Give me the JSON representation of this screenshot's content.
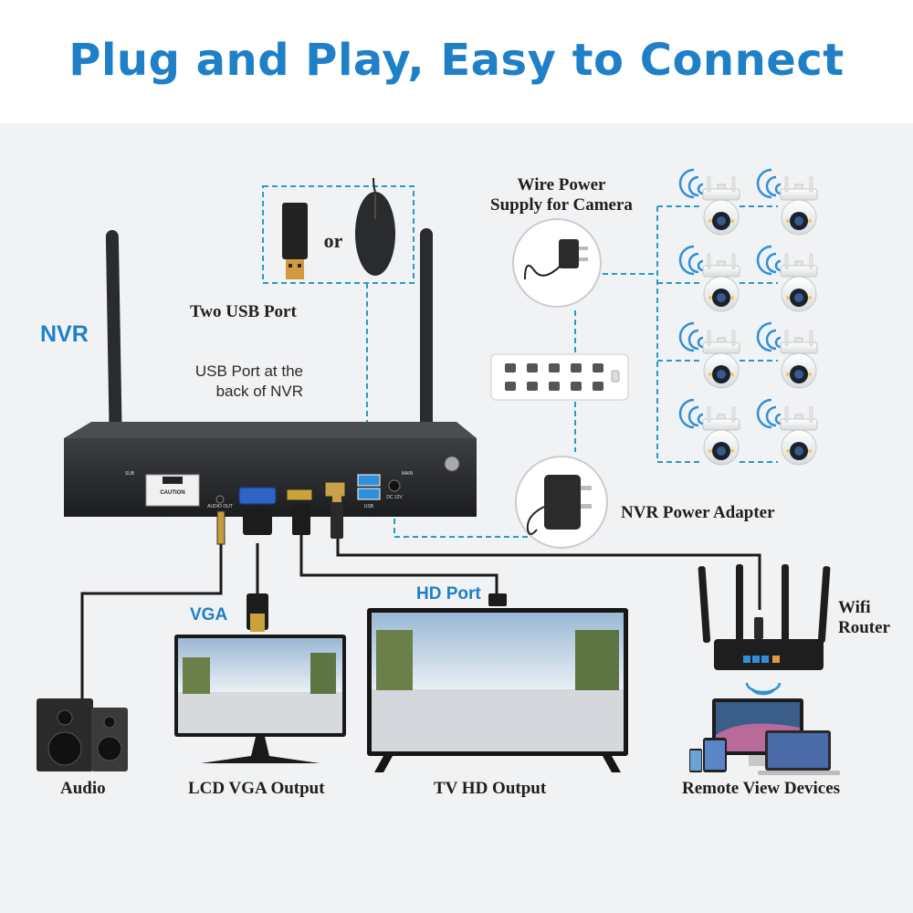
{
  "title": "Plug and Play, Easy to Connect",
  "labels": {
    "nvr": "NVR",
    "or": "or",
    "two_usb_port": "Two USB Port",
    "usb_note_line1": "USB Port at the",
    "usb_note_line2": "back of NVR",
    "wire_power_line1": "Wire Power",
    "wire_power_line2": "Supply for Camera",
    "nvr_power_adapter": "NVR Power Adapter",
    "wifi_router_line1": "Wifi",
    "wifi_router_line2": "Router",
    "vga": "VGA",
    "hd_port": "HD Port",
    "audio": "Audio",
    "lcd_vga_output": "LCD VGA Output",
    "tv_hd_output": "TV HD Output",
    "remote_view_devices": "Remote View Devices"
  },
  "nvr_panel": {
    "caution": "CAUTION",
    "audio_out": "AUDIO OUT",
    "usb": "USB",
    "dc12v": "DC 12V",
    "sub": "SUB",
    "main": "MAIN"
  },
  "colors": {
    "title_blue": "#1f7fc7",
    "dashed_line": "#2a9bc4",
    "panel_bg": "#f1f2f4",
    "usb_blue": "#2f8fd8"
  }
}
